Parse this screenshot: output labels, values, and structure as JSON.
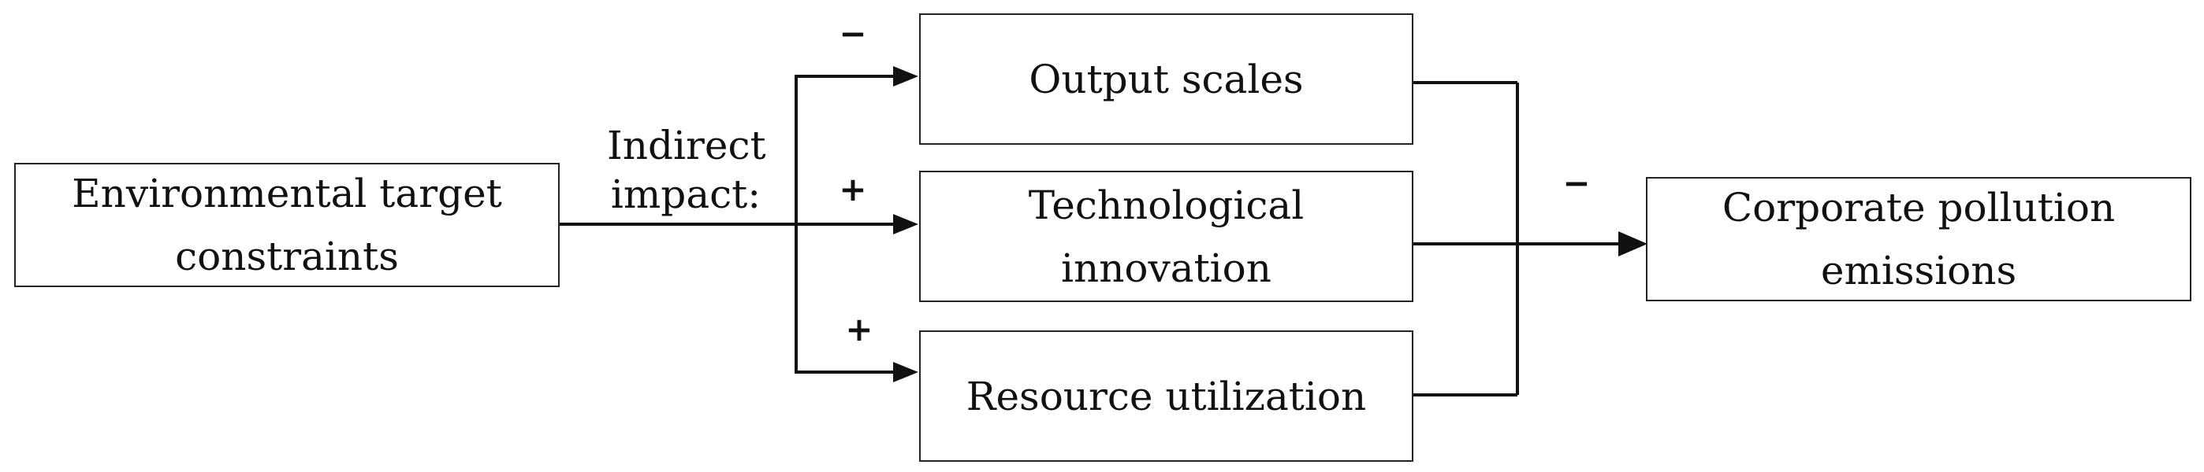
{
  "nodes": {
    "source": {
      "line1": "Environmental target",
      "line2": "constraints"
    },
    "output": {
      "line1": "Output scales"
    },
    "tech": {
      "line1": "Technological",
      "line2": "innovation"
    },
    "resource": {
      "line1": "Resource utilization"
    },
    "target": {
      "line1": "Corporate pollution",
      "line2": "emissions"
    }
  },
  "edge_label": {
    "line1": "Indirect",
    "line2": "impact:"
  },
  "signs": {
    "to_output": "−",
    "to_tech": "+",
    "to_resource": "+",
    "to_target": "−"
  },
  "colors": {
    "line": "#111111",
    "border": "#222222"
  }
}
